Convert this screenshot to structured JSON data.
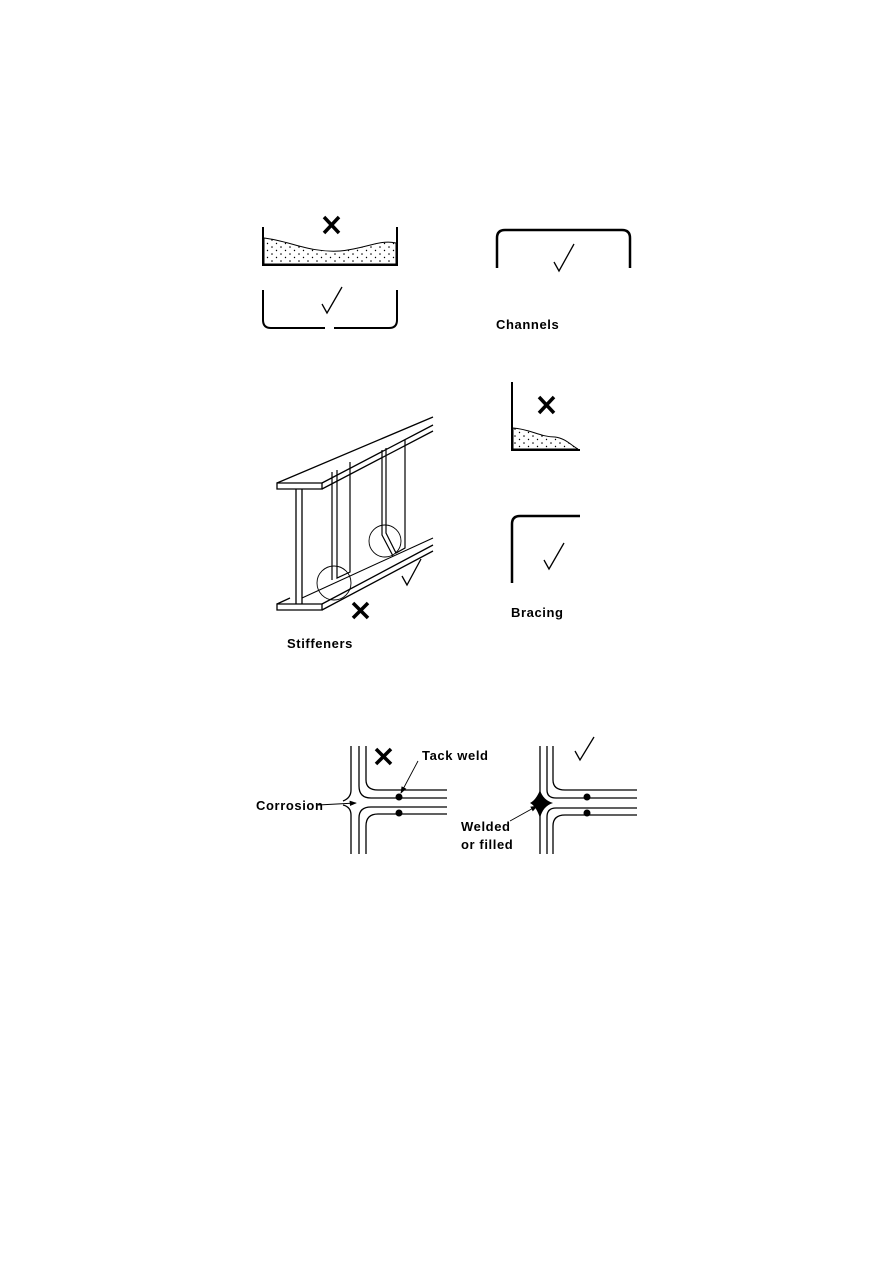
{
  "labels": {
    "channels": "Channels",
    "stiffeners": "Stiffeners",
    "bracing": "Bracing",
    "tack_weld": "Tack  weld",
    "corrosion": "Corrosion",
    "welded_line1": "Welded",
    "welded_line2": "or  filled"
  },
  "marks": {
    "bad": "✕",
    "good": "√"
  },
  "colors": {
    "ink": "#000000",
    "background": "#ffffff"
  }
}
